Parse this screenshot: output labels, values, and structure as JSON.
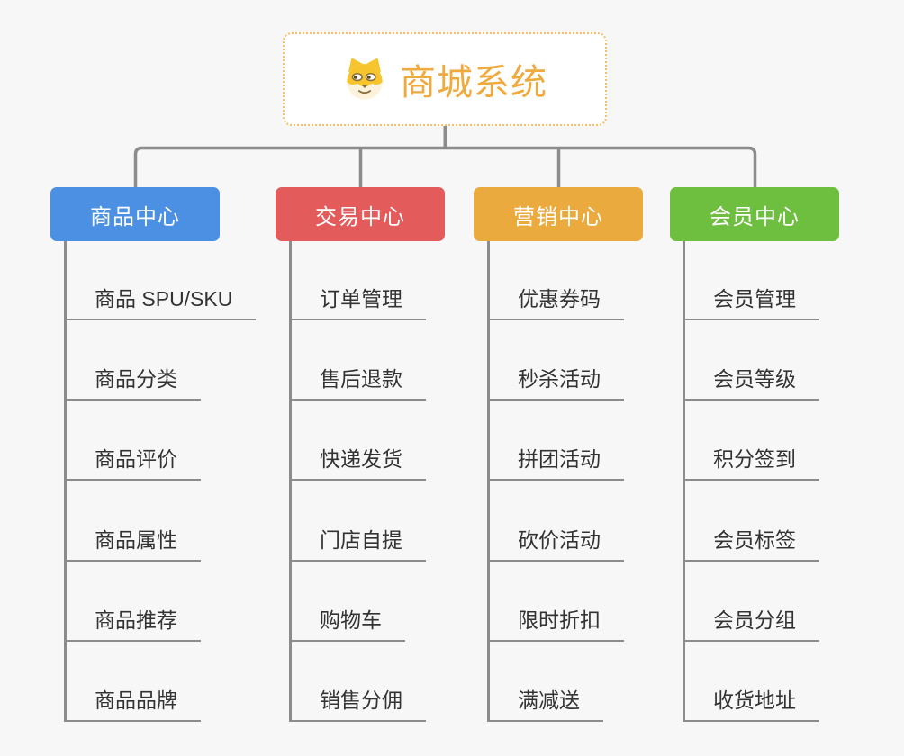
{
  "root": {
    "title": "商城系统",
    "icon": "dog-face-icon"
  },
  "branches": [
    {
      "label": "商品中心",
      "color": "#4b90e2",
      "items": [
        "商品 SPU/SKU",
        "商品分类",
        "商品评价",
        "商品属性",
        "商品推荐",
        "商品品牌"
      ]
    },
    {
      "label": "交易中心",
      "color": "#e45b5b",
      "items": [
        "订单管理",
        "售后退款",
        "快递发货",
        "门店自提",
        "购物车",
        "销售分佣"
      ]
    },
    {
      "label": "营销中心",
      "color": "#ebaa3d",
      "items": [
        "优惠券码",
        "秒杀活动",
        "拼团活动",
        "砍价活动",
        "限时折扣",
        "满减送"
      ]
    },
    {
      "label": "会员中心",
      "color": "#6ebe40",
      "items": [
        "会员管理",
        "会员等级",
        "积分签到",
        "会员标签",
        "会员分组",
        "收货地址"
      ]
    }
  ],
  "colors": {
    "background": "#f7f7f7",
    "connector": "#8c8c8c",
    "leaf_text": "#333333",
    "root_accent": "#efa93c",
    "root_border": "#f5be6b",
    "root_background": "#ffffff",
    "node_text": "#ffffff"
  }
}
